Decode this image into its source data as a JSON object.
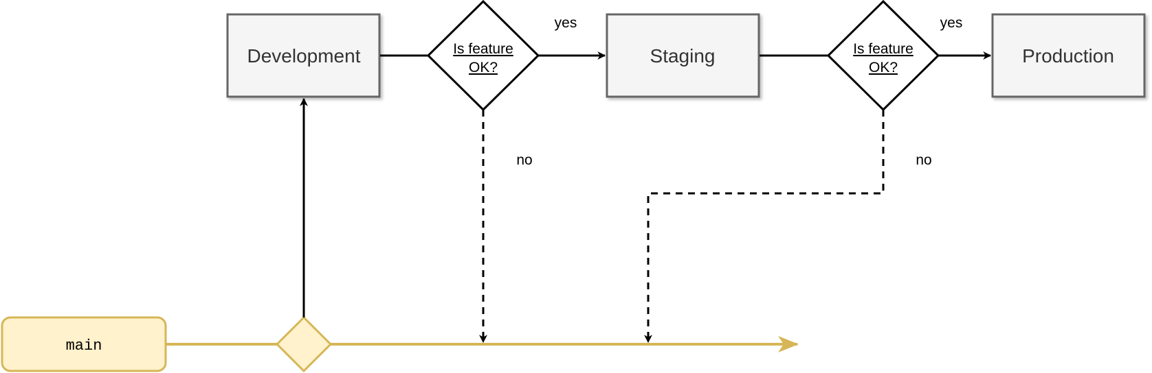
{
  "colors": {
    "stage_fill": "#f5f5f5",
    "stage_stroke": "#666666",
    "branch_fill": "#fff2cc",
    "branch_stroke": "#d6b656",
    "line": "#000000"
  },
  "stages": {
    "development": "Development",
    "staging": "Staging",
    "production": "Production"
  },
  "decisions": {
    "first": {
      "line1": "Is feature",
      "line2": "OK?"
    },
    "second": {
      "line1": "Is feature",
      "line2": "OK?"
    }
  },
  "edges": {
    "yes1": "yes",
    "yes2": "yes",
    "no1": "no",
    "no2": "no"
  },
  "branch": {
    "name": "main"
  }
}
